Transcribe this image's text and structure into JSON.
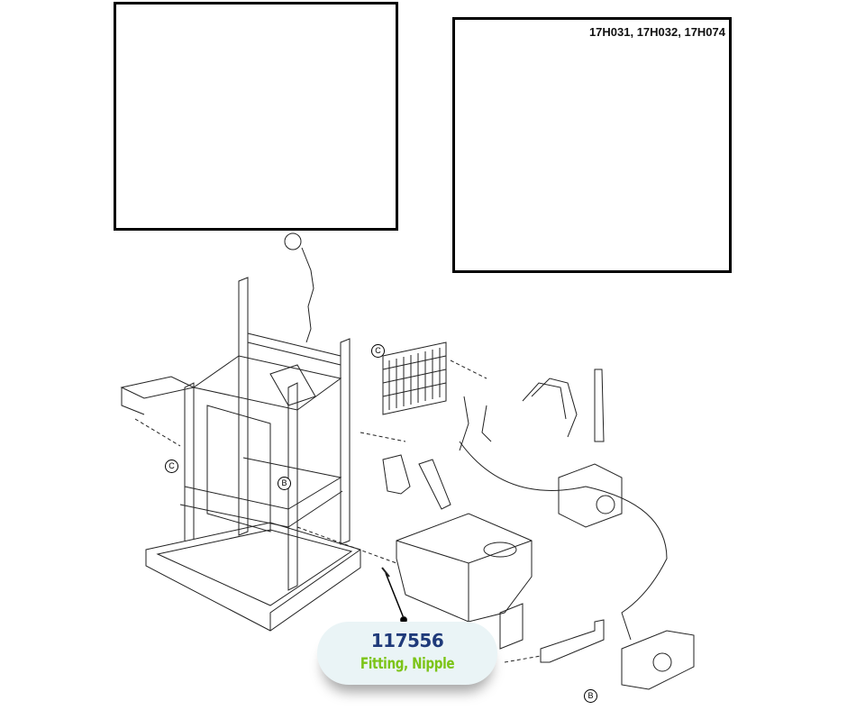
{
  "inset_bottom_views_label": "17H031, 17H032, 17H074",
  "callouts": {
    "c1": "C",
    "c2": "C",
    "b1": "B",
    "b2": "B"
  },
  "part": {
    "number": "117556",
    "description": "Fitting, Nipple"
  },
  "colors": {
    "part_number": "#1f3a7a",
    "part_description": "#7cc417",
    "pill_bg": "#eaf4f6"
  }
}
